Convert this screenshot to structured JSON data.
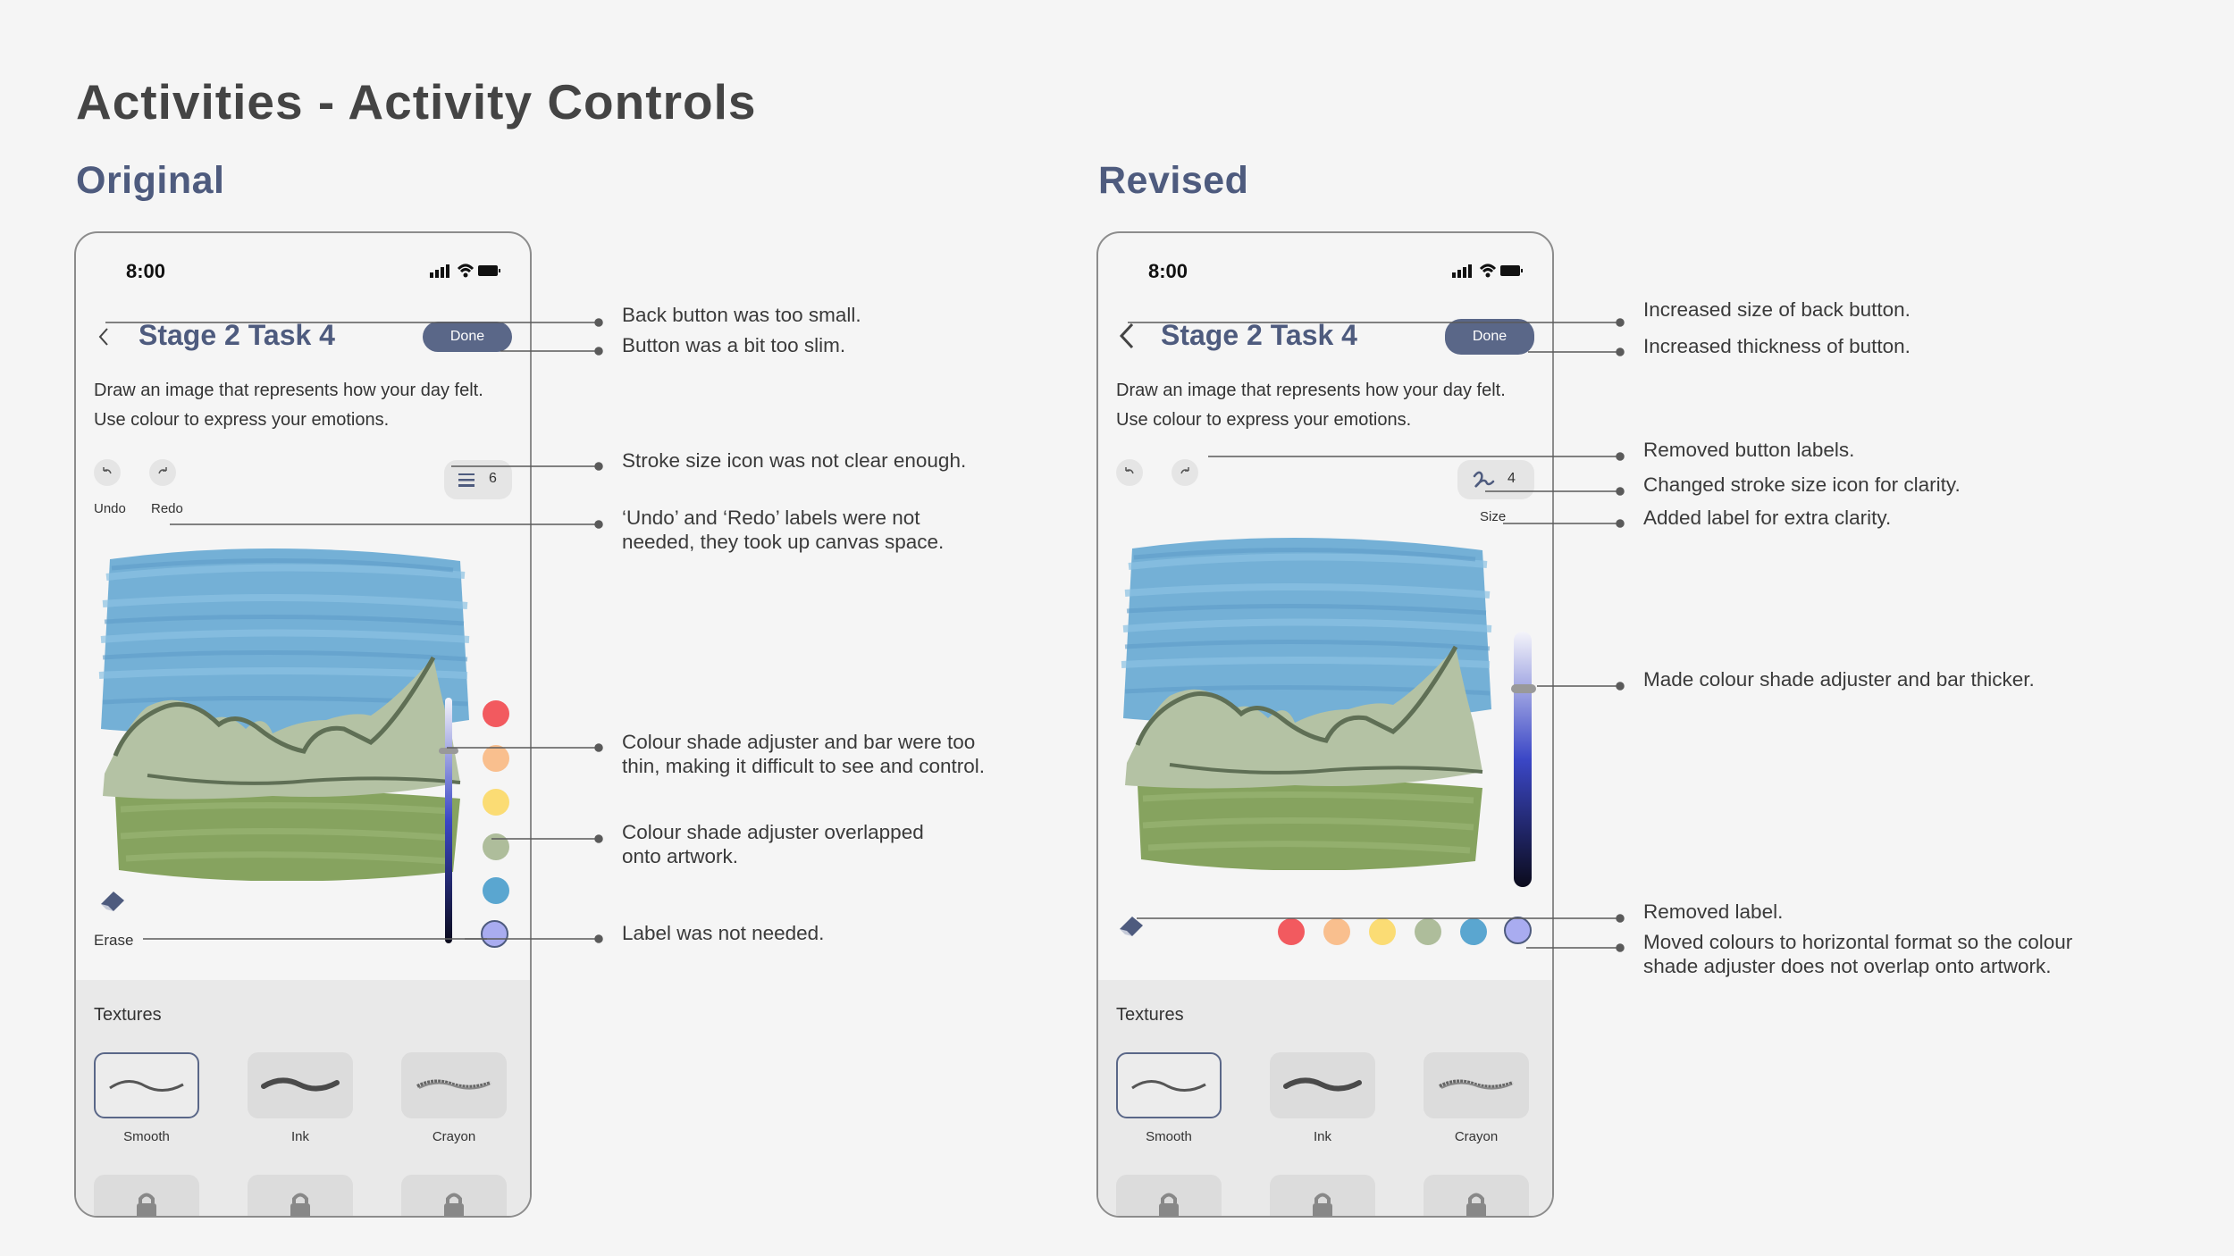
{
  "page": {
    "title": "Activities - Activity Controls",
    "original_heading": "Original",
    "revised_heading": "Revised"
  },
  "original": {
    "status_time": "8:00",
    "task_title": "Stage 2 Task 4",
    "done_label": "Done",
    "prompt": "Draw an image that represents how your day felt. Use colour to express your emotions.",
    "undo_label": "Undo",
    "redo_label": "Redo",
    "stroke_size": "6",
    "erase_label": "Erase",
    "textures_label": "Textures",
    "textures": [
      "Smooth",
      "Ink",
      "Crayon"
    ],
    "swatches": [
      "#f25a5f",
      "#f9bf8e",
      "#fbdc74",
      "#aebd9b",
      "#5aa6d0",
      "#a9acf0"
    ]
  },
  "revised": {
    "status_time": "8:00",
    "task_title": "Stage 2 Task 4",
    "done_label": "Done",
    "prompt": "Draw an image that represents how your day felt. Use colour to express your emotions.",
    "stroke_size": "4",
    "size_label": "Size",
    "textures_label": "Textures",
    "textures": [
      "Smooth",
      "Ink",
      "Crayon"
    ],
    "swatches": [
      "#f25a5f",
      "#f9bf8e",
      "#fbdc74",
      "#aebd9b",
      "#5aa6d0",
      "#a9acf0"
    ]
  },
  "annotations_original": [
    "Back button was too small.",
    "Button was a bit too slim.",
    "Stroke size icon was not clear enough.",
    "‘Undo’ and ‘Redo’ labels were not",
    "needed, they took up canvas space.",
    "Colour shade adjuster and bar were too",
    "thin, making it difficult to see and control.",
    "Colour shade adjuster overlapped",
    "onto artwork.",
    "Label was not needed."
  ],
  "annotations_revised": [
    "Increased size of back button.",
    "Increased thickness of button.",
    "Removed button labels.",
    "Changed stroke size icon for clarity.",
    "Added label for extra clarity.",
    "Made colour shade adjuster and bar thicker.",
    "Removed label.",
    "Moved colours to horizontal format so the colour",
    "shade adjuster does not overlap onto artwork."
  ],
  "colors": {
    "accent": "#4e5b7e",
    "button": "#5a6788",
    "sky": "#74b0d6",
    "mountain": "#b4c2a4",
    "grass": "#86a35f"
  }
}
